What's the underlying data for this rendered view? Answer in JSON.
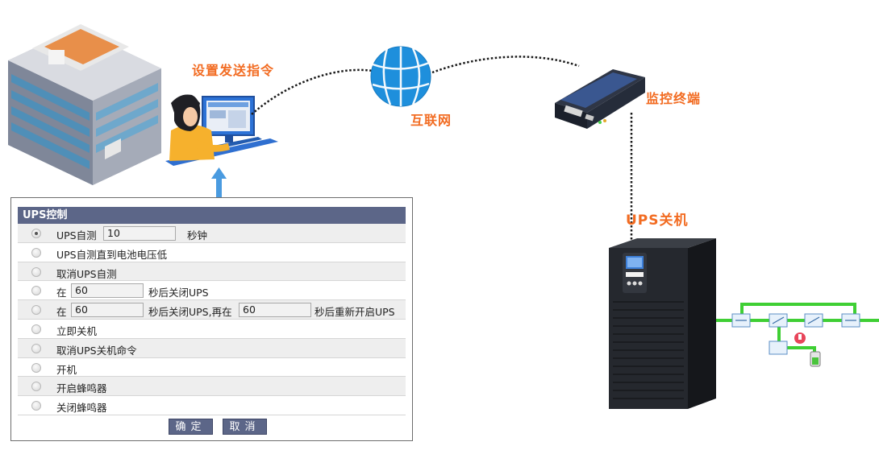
{
  "labels": {
    "send_command": "设置发送指令",
    "internet": "互联网",
    "monitor_terminal": "监控终端",
    "ups_shutdown": "UPS关机"
  },
  "panel": {
    "title": "UPS控制",
    "rows": [
      {
        "checked": true,
        "text": "UPS自测",
        "field1": "10",
        "text2": "秒钟"
      },
      {
        "checked": false,
        "text": "UPS自测直到电池电压低"
      },
      {
        "checked": false,
        "text": "取消UPS自测"
      },
      {
        "checked": false,
        "text": "在",
        "field1": "60",
        "text2": "秒后关闭UPS"
      },
      {
        "checked": false,
        "text": "在",
        "field1": "60",
        "text2": "秒后关闭UPS,再在",
        "field2": "60",
        "text3": "秒后重新开启UPS"
      },
      {
        "checked": false,
        "text": "立即关机"
      },
      {
        "checked": false,
        "text": "取消UPS关机命令"
      },
      {
        "checked": false,
        "text": "开机"
      },
      {
        "checked": false,
        "text": "开启蜂鸣器"
      },
      {
        "checked": false,
        "text": "关闭蜂鸣器"
      }
    ],
    "ok_label": "确定",
    "cancel_label": "取消"
  },
  "colors": {
    "accent_orange": "#f26b21",
    "panel_header": "#5c6688",
    "arrow_blue": "#4a9be0",
    "globe_blue": "#1e8fdc",
    "power_line_green": "#3fcf34"
  }
}
